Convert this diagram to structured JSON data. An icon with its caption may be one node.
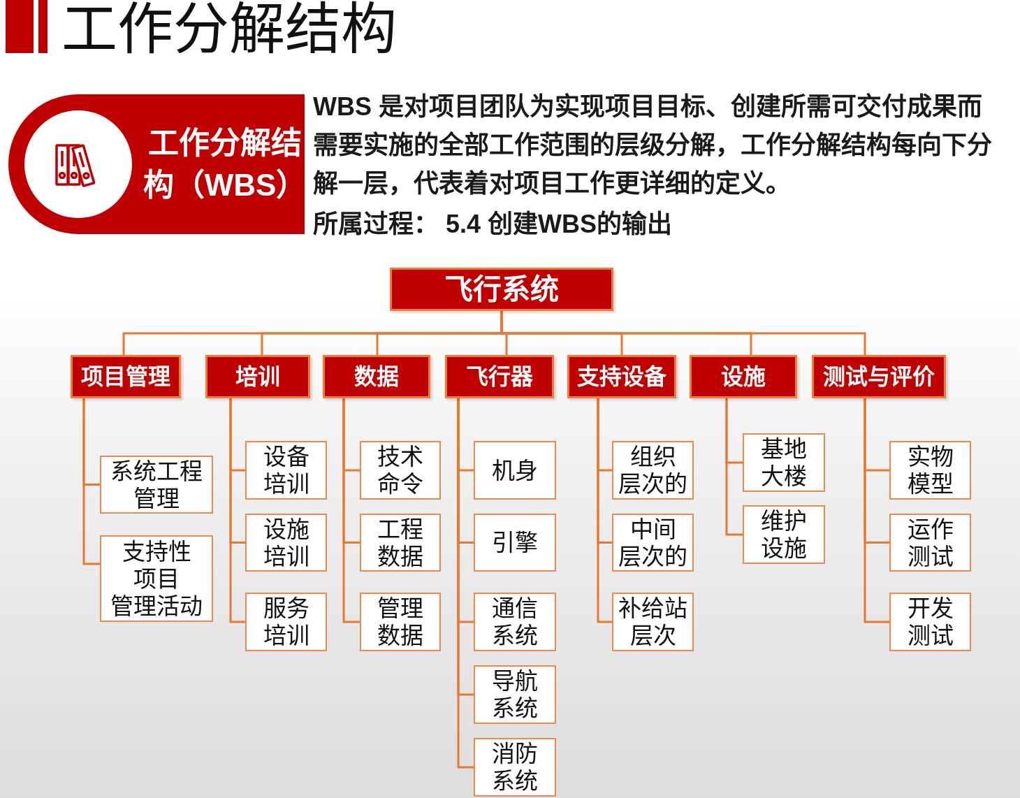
{
  "diagram": {
    "title": "工作分解结构",
    "nodes": [
      {
        "text": [
          "工作分解结构（WBS）"
        ]
      },
      {
        "text": [
          "飞行系统"
        ]
      },
      {
        "text": [
          "项目管理"
        ]
      },
      {
        "text": [
          "培训"
        ]
      },
      {
        "text": [
          "数据"
        ]
      },
      {
        "text": [
          "飞行器"
        ]
      },
      {
        "text": [
          "支持设备"
        ]
      },
      {
        "text": [
          "设施"
        ]
      },
      {
        "text": [
          "测试与评价"
        ]
      },
      {
        "text": [
          "系统工程管理"
        ]
      },
      {
        "text": [
          "支持性项目管理活动"
        ]
      },
      {
        "text": [
          "设备培训"
        ]
      },
      {
        "text": [
          "设施培训"
        ]
      },
      {
        "text": [
          "服务培训"
        ]
      },
      {
        "text": [
          "技术命令"
        ]
      },
      {
        "text": [
          "工程数据"
        ]
      },
      {
        "text": [
          "管理数据"
        ]
      },
      {
        "text": [
          "机身"
        ]
      },
      {
        "text": [
          "引擎"
        ]
      },
      {
        "text": [
          "通信系统"
        ]
      },
      {
        "text": [
          "导航系统"
        ]
      },
      {
        "text": [
          "消防系统"
        ]
      },
      {
        "text": [
          "组织层次的"
        ]
      },
      {
        "text": [
          "中间层次的"
        ]
      },
      {
        "text": [
          "补给站层次"
        ]
      },
      {
        "text": [
          "基地大楼"
        ]
      },
      {
        "text": [
          "维护设施"
        ]
      },
      {
        "text": [
          "实物模型"
        ]
      },
      {
        "text": [
          "运作测试"
        ]
      },
      {
        "text": [
          "开发测试"
        ]
      }
    ],
    "edges": [
      {
        "from": 1,
        "to": 2,
        "arrow": "none"
      },
      {
        "from": 1,
        "to": 3,
        "arrow": "none"
      },
      {
        "from": 1,
        "to": 4,
        "arrow": "none"
      },
      {
        "from": 1,
        "to": 5,
        "arrow": "none"
      },
      {
        "from": 1,
        "to": 6,
        "arrow": "none"
      },
      {
        "from": 1,
        "to": 7,
        "arrow": "none"
      },
      {
        "from": 1,
        "to": 8,
        "arrow": "none"
      },
      {
        "from": 2,
        "to": 9,
        "arrow": "none"
      },
      {
        "from": 2,
        "to": 10,
        "arrow": "none"
      },
      {
        "from": 3,
        "to": 11,
        "arrow": "none"
      },
      {
        "from": 3,
        "to": 12,
        "arrow": "none"
      },
      {
        "from": 3,
        "to": 13,
        "arrow": "none"
      },
      {
        "from": 4,
        "to": 14,
        "arrow": "none"
      },
      {
        "from": 4,
        "to": 15,
        "arrow": "none"
      },
      {
        "from": 4,
        "to": 16,
        "arrow": "none"
      },
      {
        "from": 5,
        "to": 17,
        "arrow": "none"
      },
      {
        "from": 5,
        "to": 18,
        "arrow": "none"
      },
      {
        "from": 5,
        "to": 19,
        "arrow": "none"
      },
      {
        "from": 5,
        "to": 20,
        "arrow": "none"
      },
      {
        "from": 5,
        "to": 21,
        "arrow": "none"
      },
      {
        "from": 6,
        "to": 22,
        "arrow": "none"
      },
      {
        "from": 6,
        "to": 23,
        "arrow": "none"
      },
      {
        "from": 6,
        "to": 24,
        "arrow": "none"
      },
      {
        "from": 7,
        "to": 25,
        "arrow": "none"
      },
      {
        "from": 7,
        "to": 26,
        "arrow": "none"
      },
      {
        "from": 8,
        "to": 27,
        "arrow": "none"
      },
      {
        "from": 8,
        "to": 28,
        "arrow": "none"
      },
      {
        "from": 8,
        "to": 29,
        "arrow": "none"
      }
    ],
    "labels": [
      "WBS 是对项目团队为实现项目目标、创建所需可交付成果而需要实施的全部工作范围的层级分解，工作分解结构每向下分解一层，代表着对项目工作更详细的定义。",
      "所属过程： 5.4 创建WBS的输出"
    ]
  }
}
